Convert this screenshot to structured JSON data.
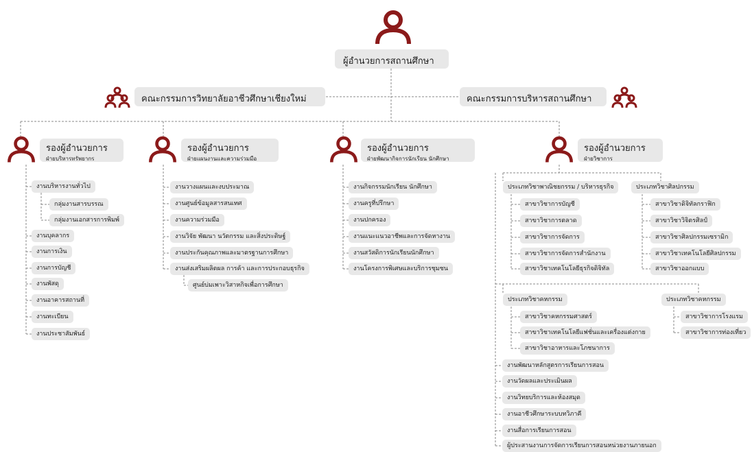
{
  "colors": {
    "accent": "#8b1a1a",
    "box": "#e8e8e8",
    "line": "#888888"
  },
  "top": {
    "title": "ผู้อำนวยการสถานศึกษา",
    "icon": "person-icon"
  },
  "committees": {
    "left": {
      "title": "คณะกรรมการวิทยาลัยอาชีวศึกษาเชียงใหม่",
      "icon": "group-icon"
    },
    "right": {
      "title": "คณะกรรมการบริหารสถานศึกษา",
      "icon": "group-icon"
    }
  },
  "deputies": [
    {
      "title": "รองผู้อำนวยการ",
      "subtitle": "ฝ่ายบริหารทรัพยากร",
      "items": [
        "งานบริหารงานทั่วไป",
        "กลุ่มงานสารบรรณ",
        "กลุ่มงานเอกสารการพิมพ์",
        "งานบุคลากร",
        "งานการเงิน",
        "งานการบัญชี",
        "งานพัสดุ",
        "งานอาคารสถานที่",
        "งานทะเบียน",
        "งานประชาสัมพันธ์"
      ]
    },
    {
      "title": "รองผู้อำนวยการ",
      "subtitle": "ฝ่ายแผนงานและความร่วมมือ",
      "items": [
        "งานวางแผนและงบประมาณ",
        "งานศูนย์ข้อมูลสารสนเทศ",
        "งานความร่วมมือ",
        "งานวิจัย พัฒนา นวัตกรรม และสิ่งประดิษฐ์",
        "งานประกันคุณภาพและมาตรฐานการศึกษา",
        "งานส่งเสริมผลิตผล การค้า และการประกอบธุรกิจ",
        "ศูนย์บ่มเพาะวิสาหกิจเพื่อการศึกษา"
      ]
    },
    {
      "title": "รองผู้อำนวยการ",
      "subtitle": "ฝ่ายพัฒนากิจการนักเรียน นักศึกษา",
      "items": [
        "งานกิจกรรมนักเรียน นักศึกษา",
        "งานครูที่ปรึกษา",
        "งานปกครอง",
        "งานแนะแนวอาชีพและการจัดหางาน",
        "งานสวัสดิการนักเรียนนักศึกษา",
        "งานโครงการพิเศษและบริการชุมชน"
      ]
    },
    {
      "title": "รองผู้อำนวยการ",
      "subtitle": "ฝ่ายวิชาการ"
    }
  ],
  "academic": {
    "type_commerce": {
      "title": "ประเภทวิชาพาณิชยกรรม / บริหารธุรกิจ",
      "items": [
        "สาขาวิชาการบัญชี",
        "สาขาวิชาการตลาด",
        "สาขาวิชาการจัดการ",
        "สาขาวิชาการจัดการสำนักงาน",
        "สาขาวิชาเทคโนโลยีธุรกิจดิจิทัล"
      ]
    },
    "type_arts": {
      "title": "ประเภทวิชาศิลปกรรม",
      "items": [
        "สาขาวิชาดิจิทัลกราฟิก",
        "สาขาวิชาวิจิตรศิลป์",
        "สาขาวิชาศิลปกรรมเซรามิก",
        "สาขาวิชาเทคโนโลยีศิลปกรรม",
        "สาขาวิชาออกแบบ"
      ]
    },
    "type_home": {
      "title": "ประเภทวิชาคหกรรม",
      "items": [
        "สาขาวิชาคหกรรมศาสตร์",
        "สาขาวิชาเทคโนโลยีแฟชั่นและเครื่องแต่งกาย",
        "สาขาวิชาอาหารและโภชนาการ"
      ]
    },
    "type_tourism": {
      "title": "ประเภทวิชาคหกรรม",
      "items": [
        "สาขาวิชาการโรงแรม",
        "สาขาวิชาการท่องเที่ยว"
      ]
    },
    "works": [
      "งานพัฒนาหลักสูตรการเรียนการสอน",
      "งานวัดผลและประเมินผล",
      "งานวิทยบริการและห้องสมุด",
      "งานอาชีวศึกษาระบบทวิภาคี",
      "งานสื่อการเรียนการสอน",
      "ผู้ประสานงานการจัดการเรียนการสอนหน่วยงานภายนอก"
    ]
  }
}
